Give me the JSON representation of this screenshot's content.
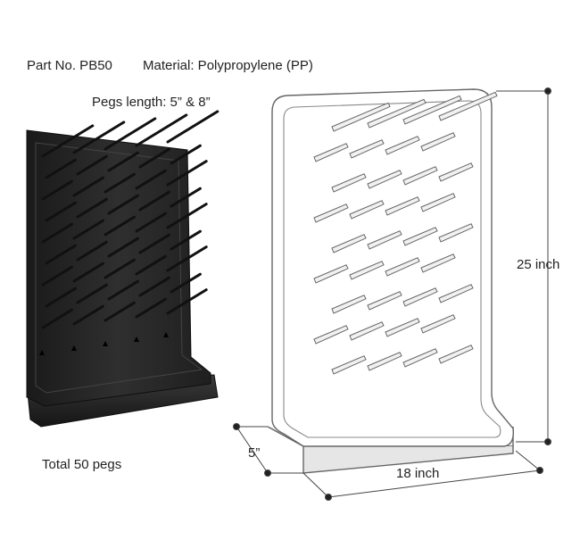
{
  "specs": {
    "part_no": "Part No. PB50",
    "material": "Material: Polypropylene (PP)",
    "pegs_length": "Pegs length: 5” & 8”",
    "total_pegs": "Total 50 pegs"
  },
  "dimensions": {
    "height": "25 inch",
    "width": "18 inch",
    "depth": "5”"
  },
  "colors": {
    "rack_body": "#2a2a2a",
    "rack_edge": "#0e0e0e",
    "outline": "#666666",
    "dimension_line": "#444444"
  }
}
